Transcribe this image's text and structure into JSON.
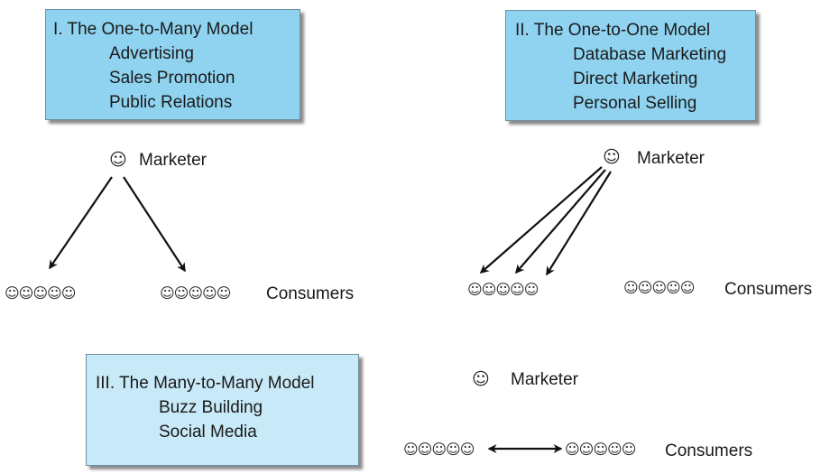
{
  "models": [
    {
      "title": "I. The One-to-Many Model",
      "items": [
        "Advertising",
        "Sales Promotion",
        "Public Relations"
      ],
      "marketer_label": "Marketer",
      "consumers_label": "Consumers"
    },
    {
      "title": "II. The One-to-One Model",
      "items": [
        "Database Marketing",
        "Direct Marketing",
        "Personal Selling"
      ],
      "marketer_label": "Marketer",
      "consumers_label": "Consumers"
    },
    {
      "title": "III. The Many-to-Many Model",
      "items": [
        "Buzz Building",
        "Social Media"
      ],
      "marketer_label": "Marketer",
      "consumers_label": "Consumers"
    }
  ],
  "icons": {
    "single": "☺",
    "group": "☺☺☺☺☺"
  },
  "colors": {
    "box_fill": "#8fd3f0",
    "box_fill_light": "#c8e9f7",
    "arrow": "#111111"
  }
}
